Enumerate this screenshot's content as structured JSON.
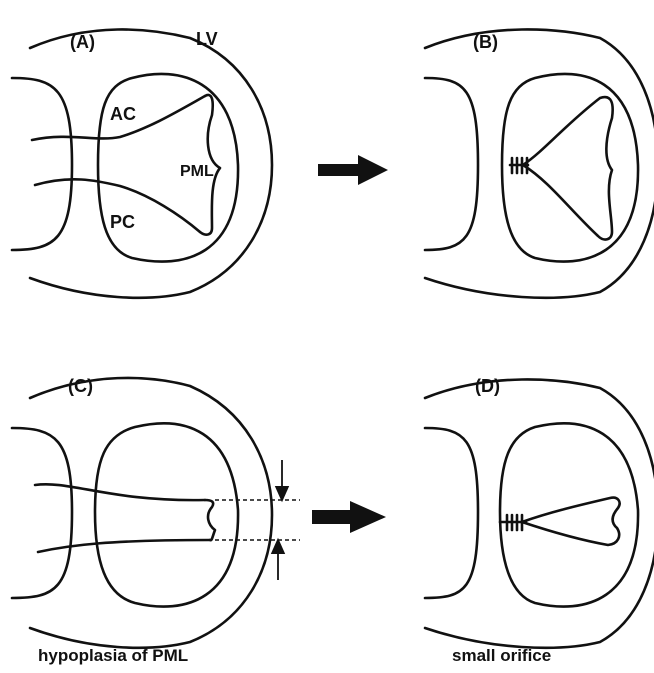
{
  "panels": {
    "a": {
      "label": "(A)",
      "lv_label": "LV",
      "ac_label": "AC",
      "pc_label": "PC",
      "pml_label": "PML"
    },
    "b": {
      "label": "(B)"
    },
    "c": {
      "label": "(C)"
    },
    "d": {
      "label": "(D)"
    }
  },
  "captions": {
    "c": "hypoplasia of PML",
    "d": "small orifice"
  },
  "colors": {
    "ink": "#111111",
    "background": "#ffffff"
  }
}
